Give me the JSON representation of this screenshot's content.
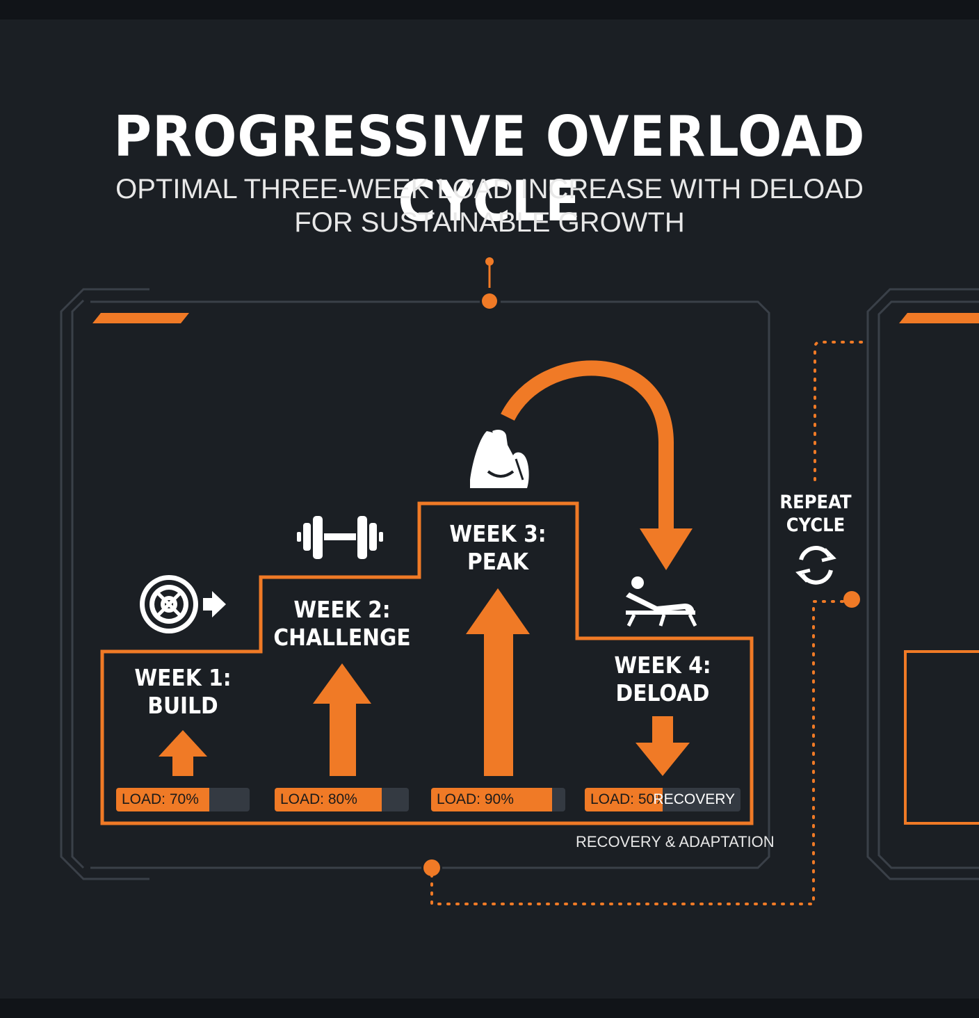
{
  "header": {
    "title": "PROGRESSIVE OVERLOAD CYCLE",
    "subtitle_line1": "OPTIMAL THREE-WEEK LOAD INCREASE WITH DELOAD",
    "subtitle_line2": "FOR SUSTAINABLE GROWTH"
  },
  "weeks": [
    {
      "line1": "WEEK 1:",
      "line2": "BUILD",
      "load_label": "LOAD: 70%",
      "load": 0.7,
      "icon": "weight-plate-icon"
    },
    {
      "line1": "WEEK 2:",
      "line2": "CHALLENGE",
      "load_label": "LOAD: 80%",
      "load": 0.8,
      "icon": "dumbbell-icon"
    },
    {
      "line1": "WEEK 3:",
      "line2": "PEAK",
      "load_label": "LOAD: 90%",
      "load": 0.9,
      "icon": "flexed-bicep-icon"
    },
    {
      "line1": "WEEK 4:",
      "line2": "DELOAD",
      "load_label": "LOAD: 50%",
      "load": 0.5,
      "extra": "RECOVERY",
      "icon": "reclining-person-icon"
    }
  ],
  "footnote": "RECOVERY & ADAPTATION",
  "repeat": {
    "line1": "REPEAT",
    "line2": "CYCLE",
    "icon": "cycle-arrows-icon"
  },
  "colors": {
    "accent": "#f07a26",
    "frame": "#3a4048",
    "background": "#1b1f24",
    "text": "#ffffff"
  }
}
